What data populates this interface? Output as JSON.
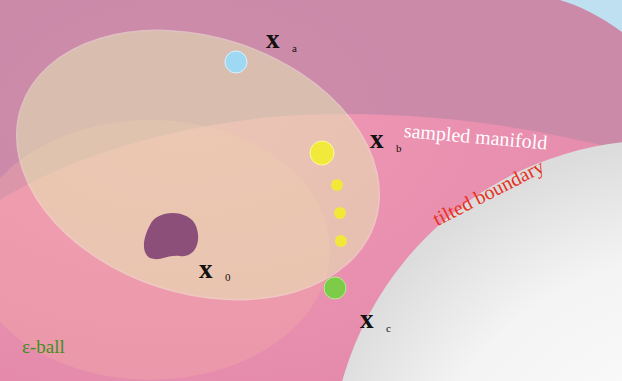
{
  "diagram": {
    "labels": [
      "x",
      "a",
      "x",
      "b",
      "x",
      "0",
      "x",
      "c",
      "sampled manifold",
      "tilted boundary",
      "ε-ball"
    ]
  }
}
